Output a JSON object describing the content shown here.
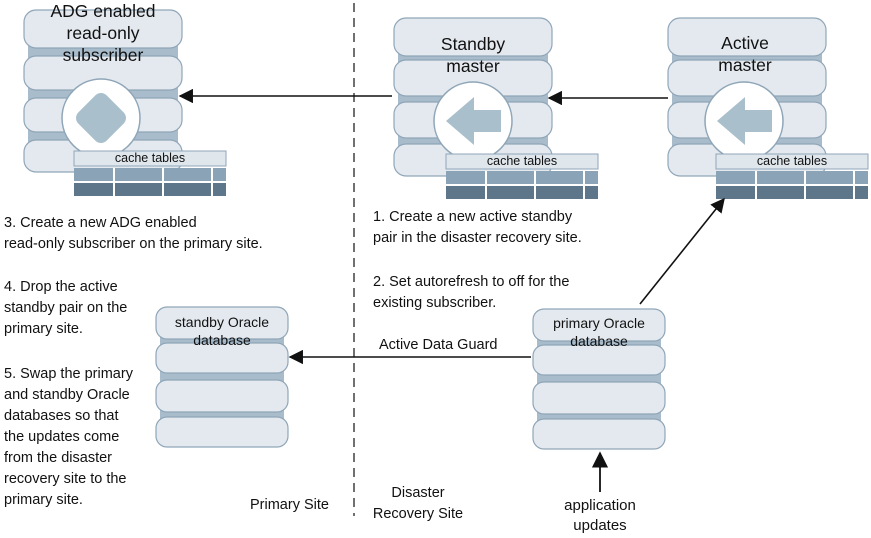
{
  "nodes": {
    "adg_subscriber": {
      "label": "ADG enabled\nread-only\nsubscriber",
      "cache_label": "cache tables"
    },
    "standby_master": {
      "label": "Standby\nmaster",
      "cache_label": "cache tables"
    },
    "active_master": {
      "label": "Active\nmaster",
      "cache_label": "cache tables"
    },
    "standby_oracle": {
      "label": "standby Oracle\ndatabase"
    },
    "primary_oracle": {
      "label": "primary Oracle\ndatabase"
    },
    "app_updates": {
      "label": "application\nupdates"
    }
  },
  "edges": {
    "data_guard": {
      "label": "Active Data Guard"
    }
  },
  "steps": [
    "1. Create a new active standby\npair in the disaster recovery site.",
    "2. Set autorefresh to off for the\nexisting subscriber.",
    "3. Create a new ADG enabled\nread-only subscriber on the primary site.",
    "4. Drop the active\nstandby pair on the\nprimary site.",
    "5. Swap the primary\nand standby Oracle\ndatabases so that\nthe updates come\nfrom the disaster\nrecovery site to the\nprimary site."
  ],
  "sites": {
    "primary": "Primary Site",
    "disaster": "Disaster\nRecovery Site"
  },
  "colors": {
    "disk_fill": "#e4e9ef",
    "disk_stroke": "#8fa6b8",
    "band": "#a9bccb",
    "circle_icon": "#a9bfcc",
    "cache_header": "#dfe6ec",
    "cache_row1": "#8aa3b6",
    "cache_row2": "#5d7689"
  }
}
